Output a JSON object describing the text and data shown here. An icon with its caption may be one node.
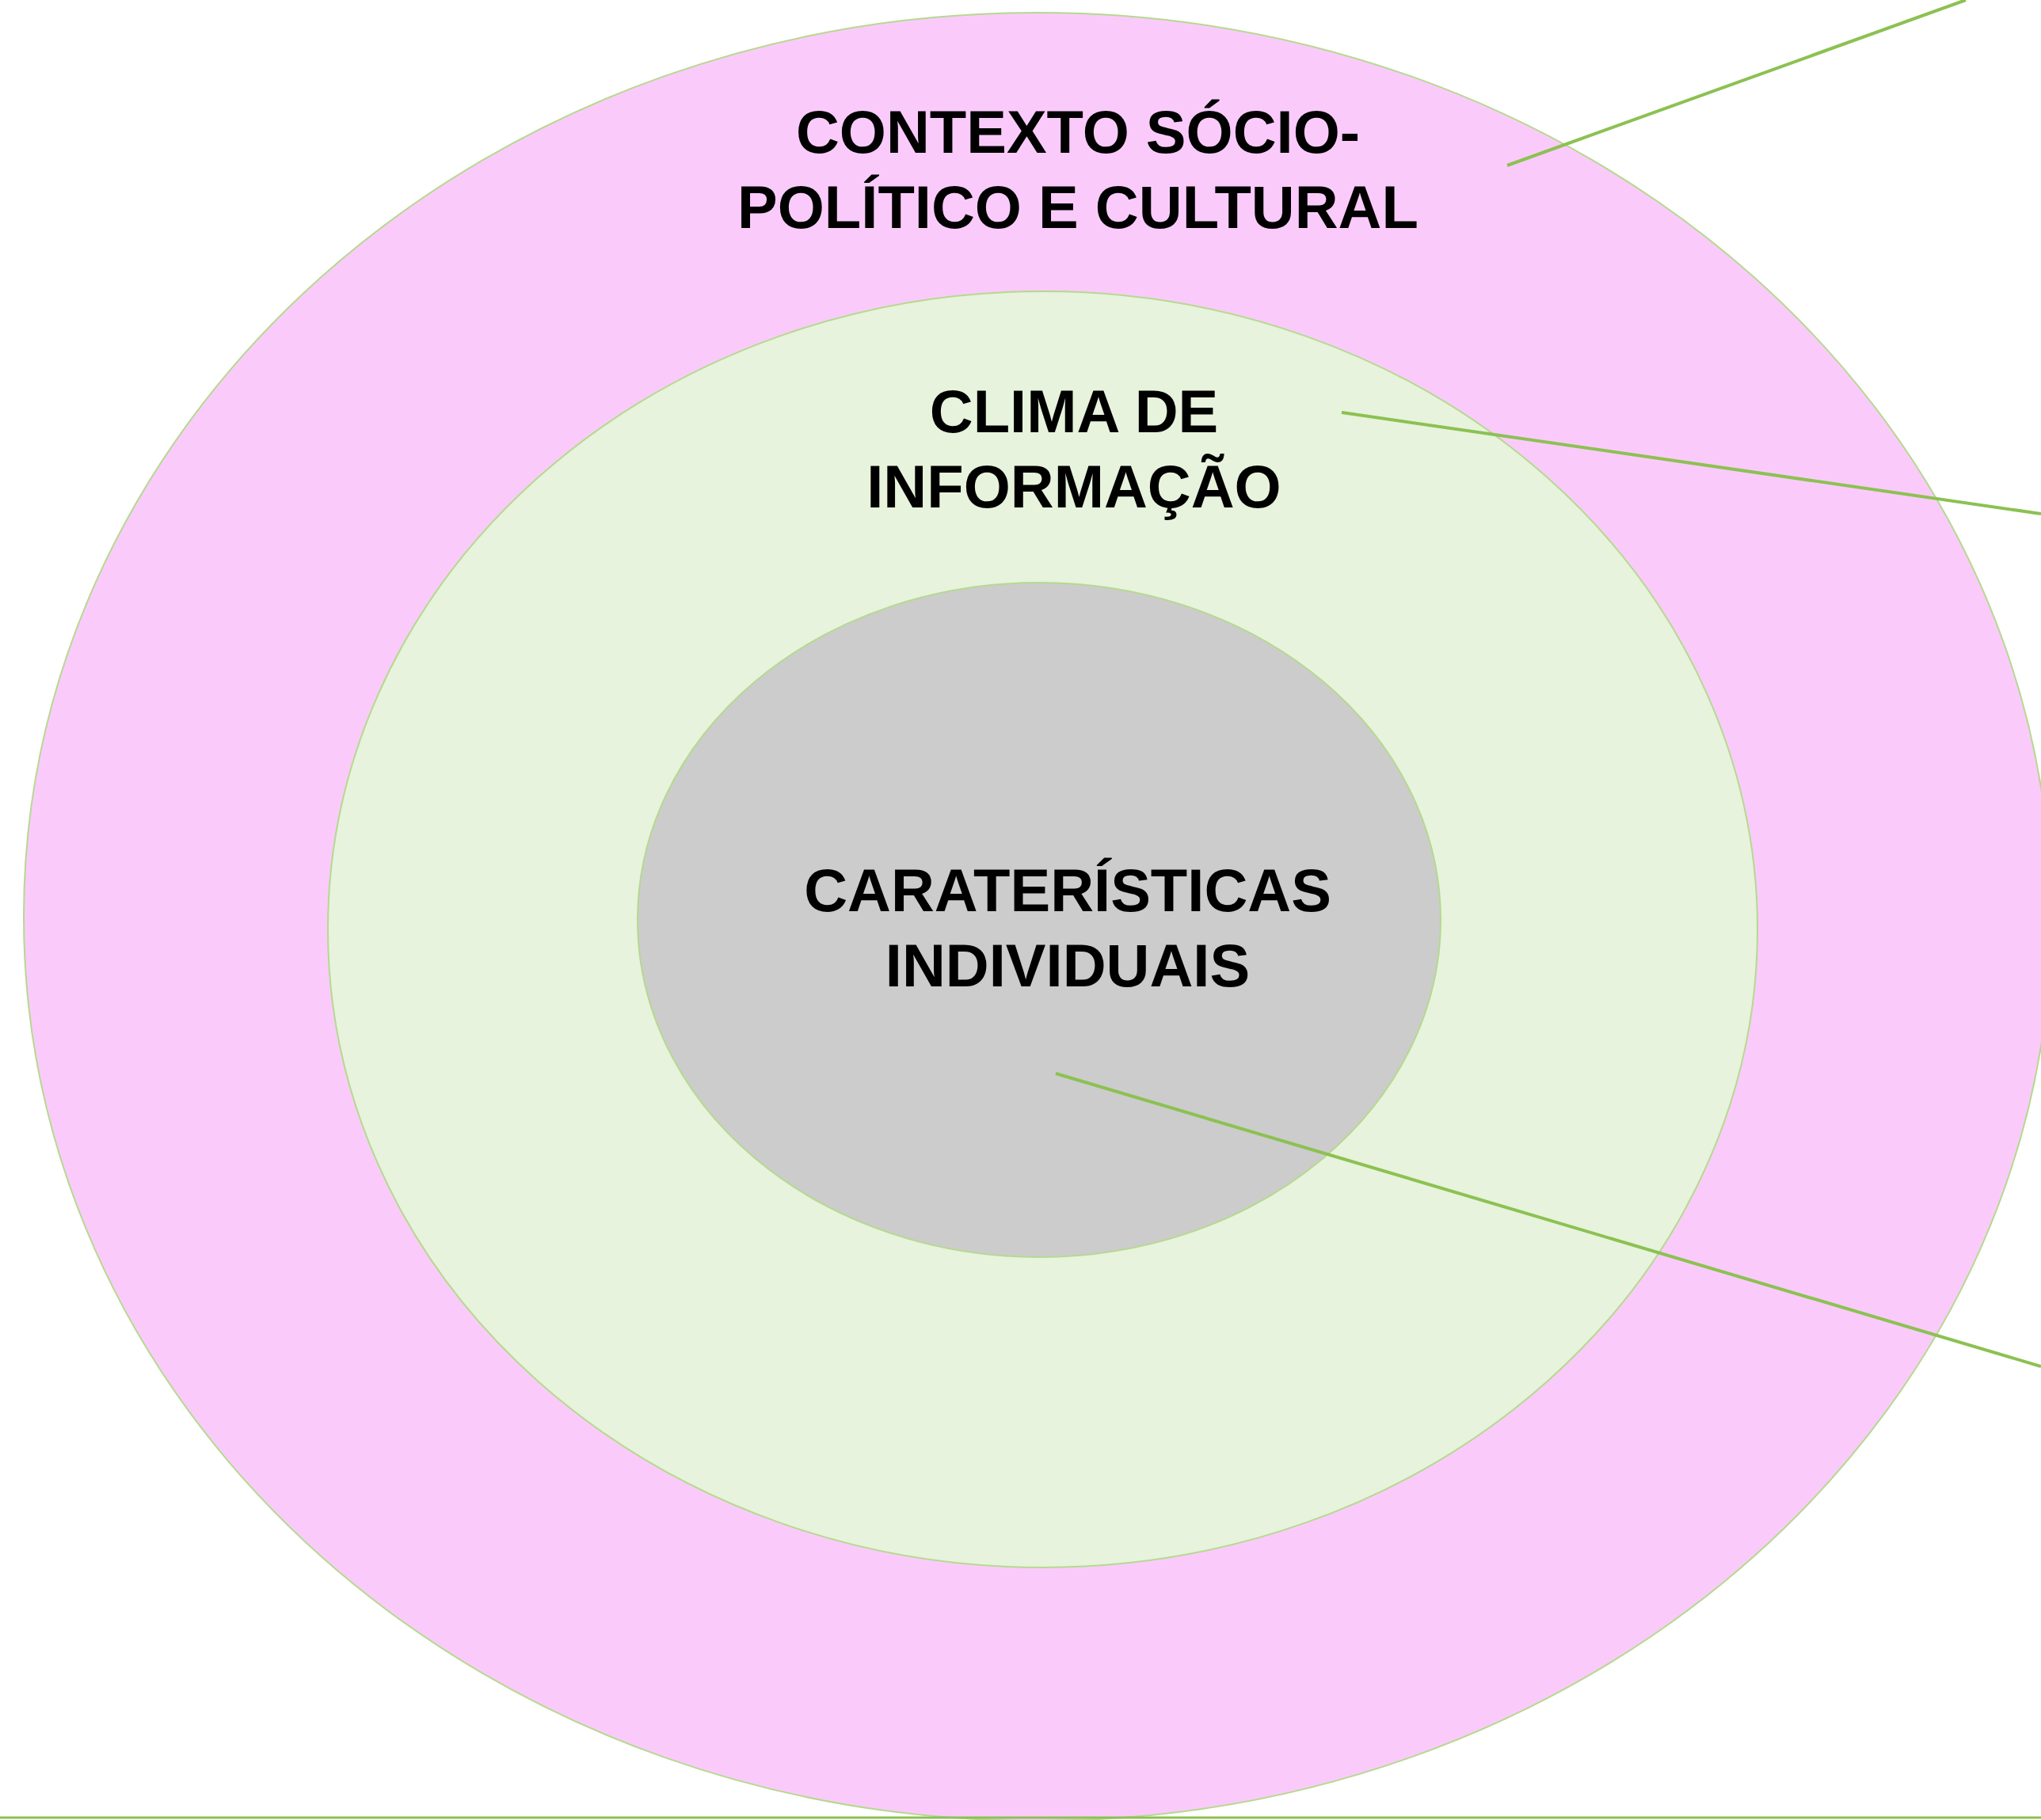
{
  "diagram": {
    "nodes": [
      {
        "text": [
          "CONTEXTO SÓCIO-POLÍTICO E CULTURAL"
        ]
      },
      {
        "text": [
          "CLIMA DE INFORMAÇÃO"
        ],
        "in": 0
      },
      {
        "text": [
          "CARATERÍSTICAS INDIVIDUAIS"
        ],
        "in": 1
      }
    ],
    "edges": [
      {
        "from": 0,
        "to": null,
        "arrow": "none"
      },
      {
        "from": 1,
        "to": null,
        "arrow": "none"
      },
      {
        "from": 2,
        "to": null,
        "arrow": "none"
      }
    ]
  }
}
